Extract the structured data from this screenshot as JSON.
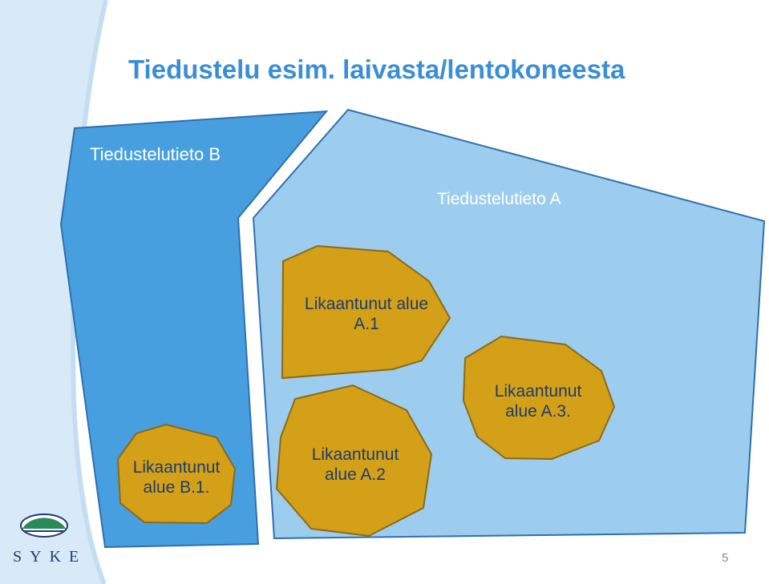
{
  "slide": {
    "title": "Tiedustelu esim. laivasta/lentokoneesta",
    "page_number": "5"
  },
  "regions": {
    "b_label": "Tiedustelutieto B",
    "a_label": "Tiedustelutieto A"
  },
  "areas": {
    "a1": {
      "line1": "Likaantunut alue",
      "line2": "A.1"
    },
    "a2": {
      "line1": "Likaantunut",
      "line2": "alue A.2"
    },
    "a3": {
      "line1": "Likaantunut",
      "line2": "alue A.3."
    },
    "b1": {
      "line1": "Likaantunut",
      "line2": "alue B.1."
    }
  },
  "logo": {
    "text": "SYKE"
  },
  "colors": {
    "title": "#3a8ed6",
    "region_b": "#479fe0",
    "region_a": "#9dcdee",
    "blob_fill": "#d4a017",
    "blob_stroke": "#8a6a1a",
    "label_text": "#1c3c6e"
  }
}
